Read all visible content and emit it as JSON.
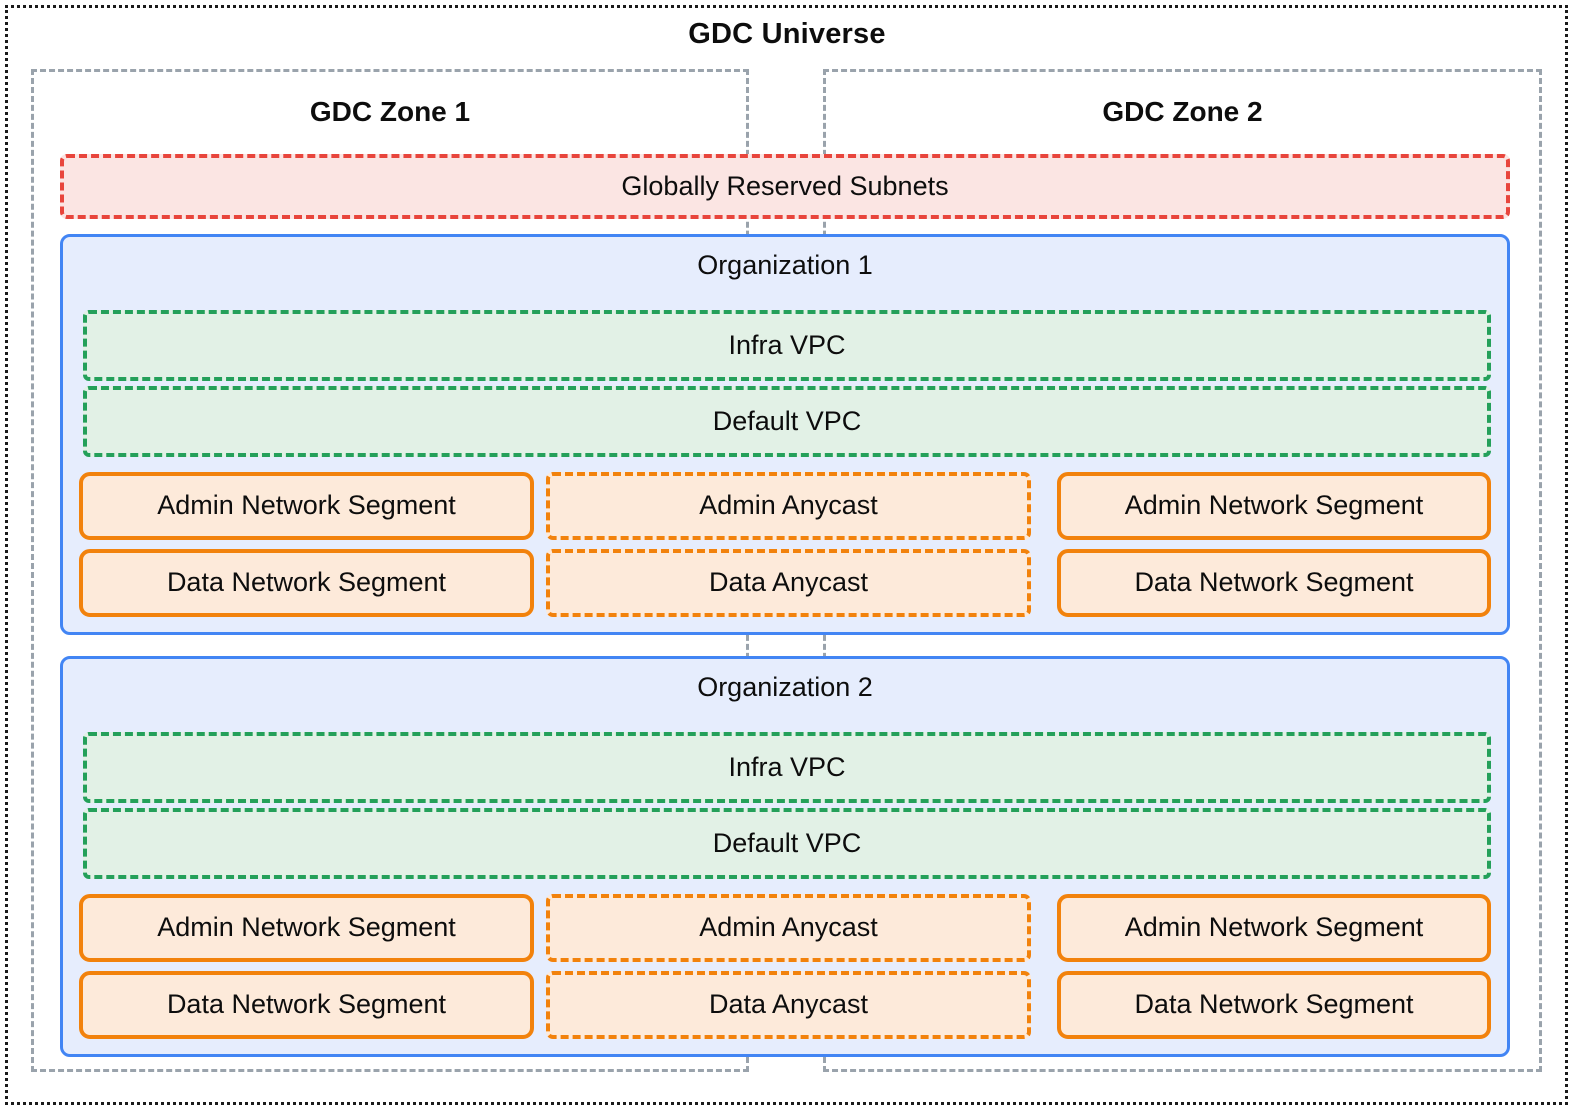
{
  "diagram": {
    "type": "architecture-block-diagram",
    "title": "GDC Universe",
    "zones": [
      {
        "title": "GDC Zone 1"
      },
      {
        "title": "GDC Zone 2"
      }
    ],
    "globally_reserved_subnets": {
      "label": "Globally Reserved Subnets"
    },
    "organizations": [
      {
        "label": "Organization 1",
        "vpcs": [
          {
            "label": "Infra VPC"
          },
          {
            "label": "Default VPC"
          }
        ],
        "zone1_segments": [
          {
            "label": "Admin Network Segment"
          },
          {
            "label": "Data Network Segment"
          }
        ],
        "shared_anycast": [
          {
            "label": "Admin Anycast"
          },
          {
            "label": "Data Anycast"
          }
        ],
        "zone2_segments": [
          {
            "label": "Admin Network Segment"
          },
          {
            "label": "Data Network Segment"
          }
        ]
      },
      {
        "label": "Organization 2",
        "vpcs": [
          {
            "label": "Infra VPC"
          },
          {
            "label": "Default VPC"
          }
        ],
        "zone1_segments": [
          {
            "label": "Admin Network Segment"
          },
          {
            "label": "Data Network Segment"
          }
        ],
        "shared_anycast": [
          {
            "label": "Admin Anycast"
          },
          {
            "label": "Data Anycast"
          }
        ],
        "zone2_segments": [
          {
            "label": "Admin Network Segment"
          },
          {
            "label": "Data Network Segment"
          }
        ]
      }
    ],
    "colors": {
      "universe_border": "#1a1a1a",
      "zone_border": "#9aa3ac",
      "reserved_border": "#e8453c",
      "reserved_fill": "#fbe5e3",
      "org_border": "#4285f4",
      "org_fill": "#e6edfd",
      "vpc_border": "#24a05a",
      "vpc_fill": "#e2f1e6",
      "segment_border": "#f2820c",
      "segment_fill": "#fdeada",
      "text": "#0d0d0d",
      "background": "#ffffff"
    }
  }
}
